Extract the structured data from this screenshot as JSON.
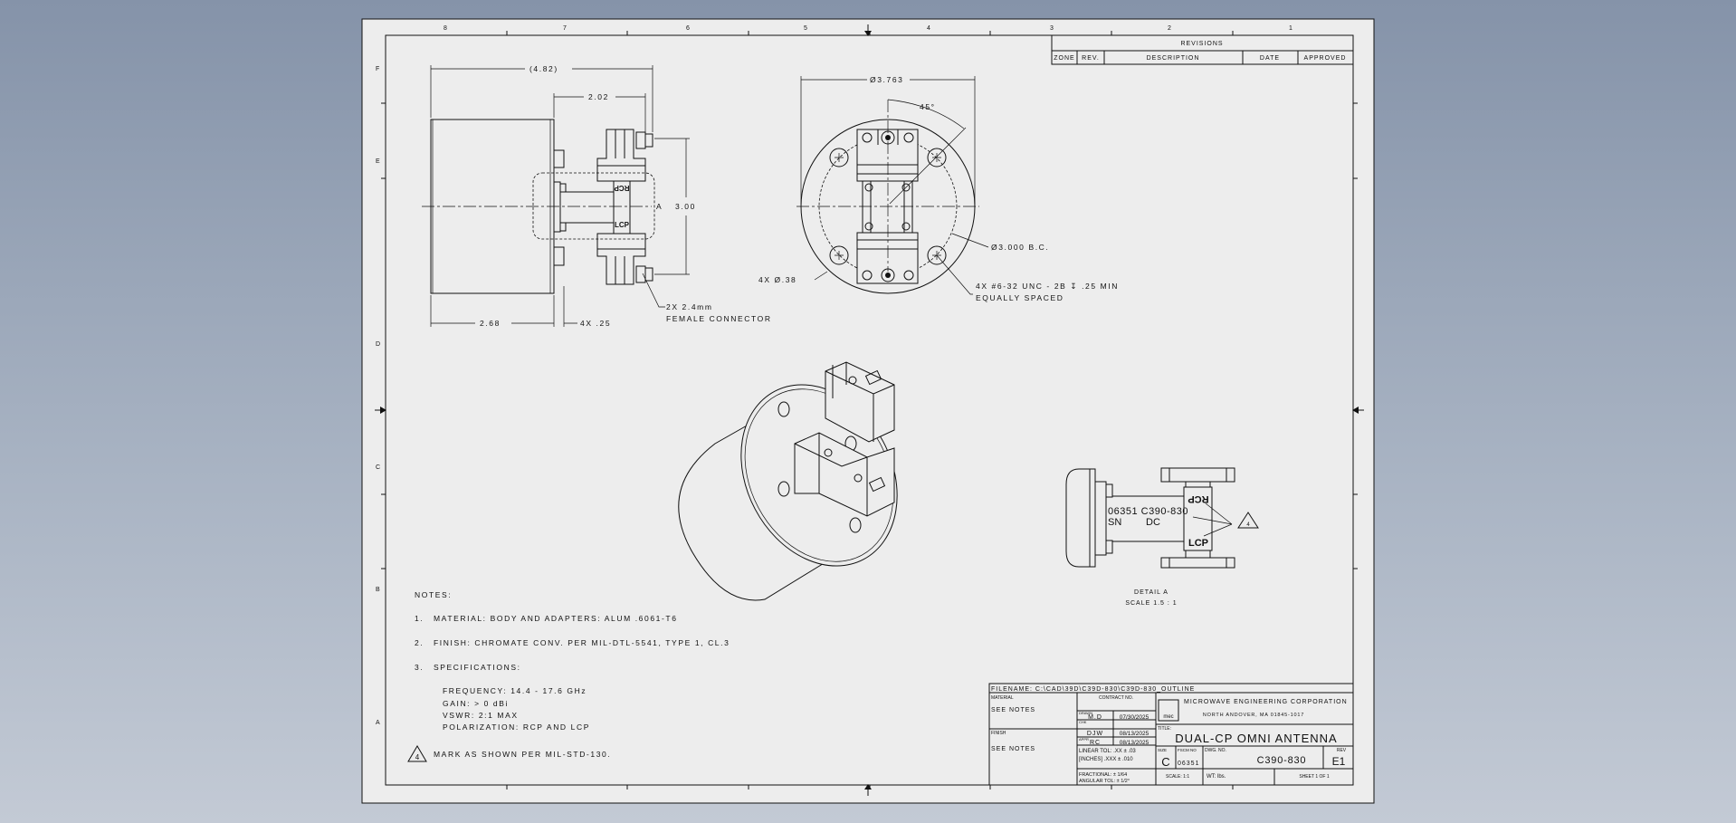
{
  "colors": {
    "sheet": "#ededed",
    "ink": "#111111",
    "background_top": "#8593a9",
    "background_bottom": "#c3cad5"
  },
  "zones": {
    "top": [
      "8",
      "7",
      "6",
      "5",
      "4",
      "3",
      "2",
      "1"
    ],
    "side": [
      "F",
      "E",
      "D",
      "C",
      "B",
      "A"
    ]
  },
  "revisions": {
    "title": "REVISIONS",
    "headers": [
      "ZONE",
      "REV.",
      "DESCRIPTION",
      "DATE",
      "APPROVED"
    ]
  },
  "front_view": {
    "dim_overall": "(4.82)",
    "dim_adapter": "2.02",
    "dim_height": "3.00",
    "dim_body": "2.68",
    "dim_pad": "4X .25",
    "connector_note": "2X 2.4mm",
    "connector_note2": "FEMALE CONNECTOR",
    "label_rcp": "RCP",
    "label_lcp": "LCP",
    "detail_callout": "A"
  },
  "top_view": {
    "dim_diameter": "Ø3.763",
    "dim_angle": "45°",
    "dim_bc": "Ø3.000 B.C.",
    "dim_holes": "4X Ø.38",
    "thread_note": "4X #6-32 UNC - 2B ↧ .25 MIN",
    "thread_note2": "EQUALLY SPACED"
  },
  "detail_view": {
    "marking_line1": "06351 C390-830",
    "marking_sn": "SN",
    "marking_dc": "DC",
    "label_rcp": "RCP",
    "label_lcp": "LCP",
    "flag": "4",
    "title": "DETAIL A",
    "scale": "SCALE 1.5 : 1"
  },
  "notes": {
    "heading": "NOTES:",
    "items": [
      {
        "num": "1.",
        "text": "MATERIAL: BODY AND ADAPTERS: ALUM .6061-T6"
      },
      {
        "num": "2.",
        "text": "FINISH: CHROMATE CONV. PER MIL-DTL-5541, TYPE 1, CL.3"
      },
      {
        "num": "3.",
        "text": "SPECIFICATIONS:"
      }
    ],
    "specs": [
      "FREQUENCY: 14.4 - 17.6 GHz",
      "GAIN: > 0 dBi",
      "VSWR: 2:1 MAX",
      "POLARIZATION: RCP AND LCP"
    ],
    "flag_num": "4",
    "flag_text": "MARK AS SHOWN PER MIL-STD-130."
  },
  "title_block": {
    "filename": "FILENAME: C:\\CAD\\39D\\C39D-830\\C39D-830_OUTLINE",
    "material_label": "MATERIAL",
    "material_value": "SEE NOTES",
    "finish_label": "FINISH",
    "finish_value": "SEE NOTES",
    "contract_label": "CONTRACT NO.",
    "approvals": [
      {
        "role": "DRAWN",
        "name": "M.D",
        "date": "07/30/2025"
      },
      {
        "role": "CHK",
        "name": "DJW",
        "date": "08/13/2025"
      },
      {
        "role": "APPR",
        "name": "RC",
        "date": "08/13/2025"
      }
    ],
    "tol_linear": "LINEAR TOL: .XX ± .03",
    "tol_inches": "[INCHES] .XXX ± .010",
    "tol_fractional": "FRACTIONAL: ± 1/64",
    "tol_angular": "ANGULAR TOL: ± 1/2°",
    "logo": "mec",
    "company": "MICROWAVE ENGINEERING CORPORATION",
    "address": "NORTH ANDOVER, MA 01845-1017",
    "title_label": "TITLE:",
    "title": "DUAL-CP OMNI ANTENNA",
    "size_label": "SIZE",
    "size": "C",
    "fscm_label": "FSCM NO",
    "fscm": "06351",
    "dwg_label": "DWG. NO.",
    "dwg_no": "C390-830",
    "rev_label": "REV",
    "rev": "E1",
    "scale": "SCALE: 1:1",
    "weight": "WT: lbs.",
    "sheet": "SHEET 1 OF 1"
  }
}
